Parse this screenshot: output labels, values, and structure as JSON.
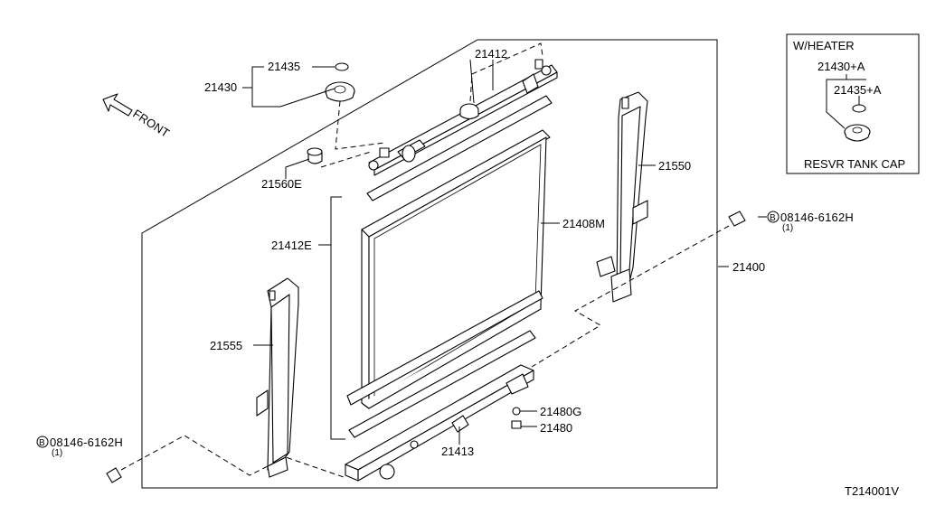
{
  "labels": {
    "p21435": "21435",
    "p21430": "21430",
    "p21412": "21412",
    "p21560e": "21560E",
    "p21412e": "21412E",
    "p21408m": "21408M",
    "p21550": "21550",
    "p21400": "21400",
    "p21555": "21555",
    "p21480g": "21480G",
    "p21480": "21480",
    "p21413": "21413"
  },
  "bolts": {
    "right": {
      "marker": "B",
      "code": "08146-6162H",
      "qty": "(1)"
    },
    "left": {
      "marker": "B",
      "code": "08146-6162H",
      "qty": "(1)"
    }
  },
  "direction": {
    "label": "FRONT"
  },
  "inset": {
    "title": "W/HEATER",
    "p21430a": "21430+A",
    "p21435a": "21435+A",
    "caption": "RESVR TANK CAP"
  },
  "drawing_id": "T214001V"
}
